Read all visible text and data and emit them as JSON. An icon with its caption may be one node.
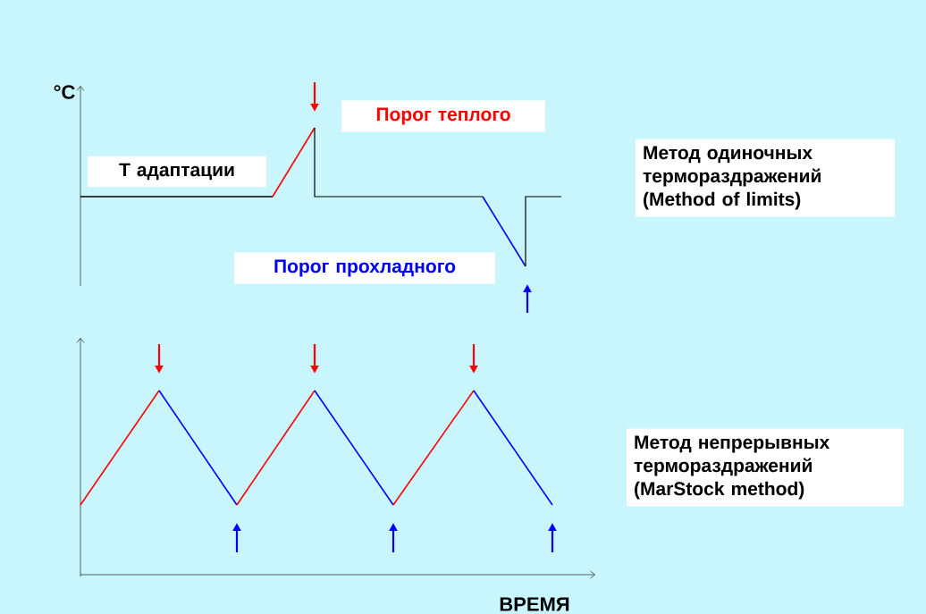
{
  "diagram": {
    "nodes": [
      {
        "text": [
          "Т адаптации"
        ]
      },
      {
        "text": [
          "Порог теплого"
        ]
      },
      {
        "text": [
          "Порог прохладного"
        ]
      },
      {
        "text": [
          "Метод одиночных термораздражений (Method of limits)"
        ]
      },
      {
        "text": [
          "Метод непрерывных термораздражений (MarStock method)"
        ]
      }
    ],
    "labels": [
      "°C",
      "ВРЕМЯ"
    ]
  }
}
